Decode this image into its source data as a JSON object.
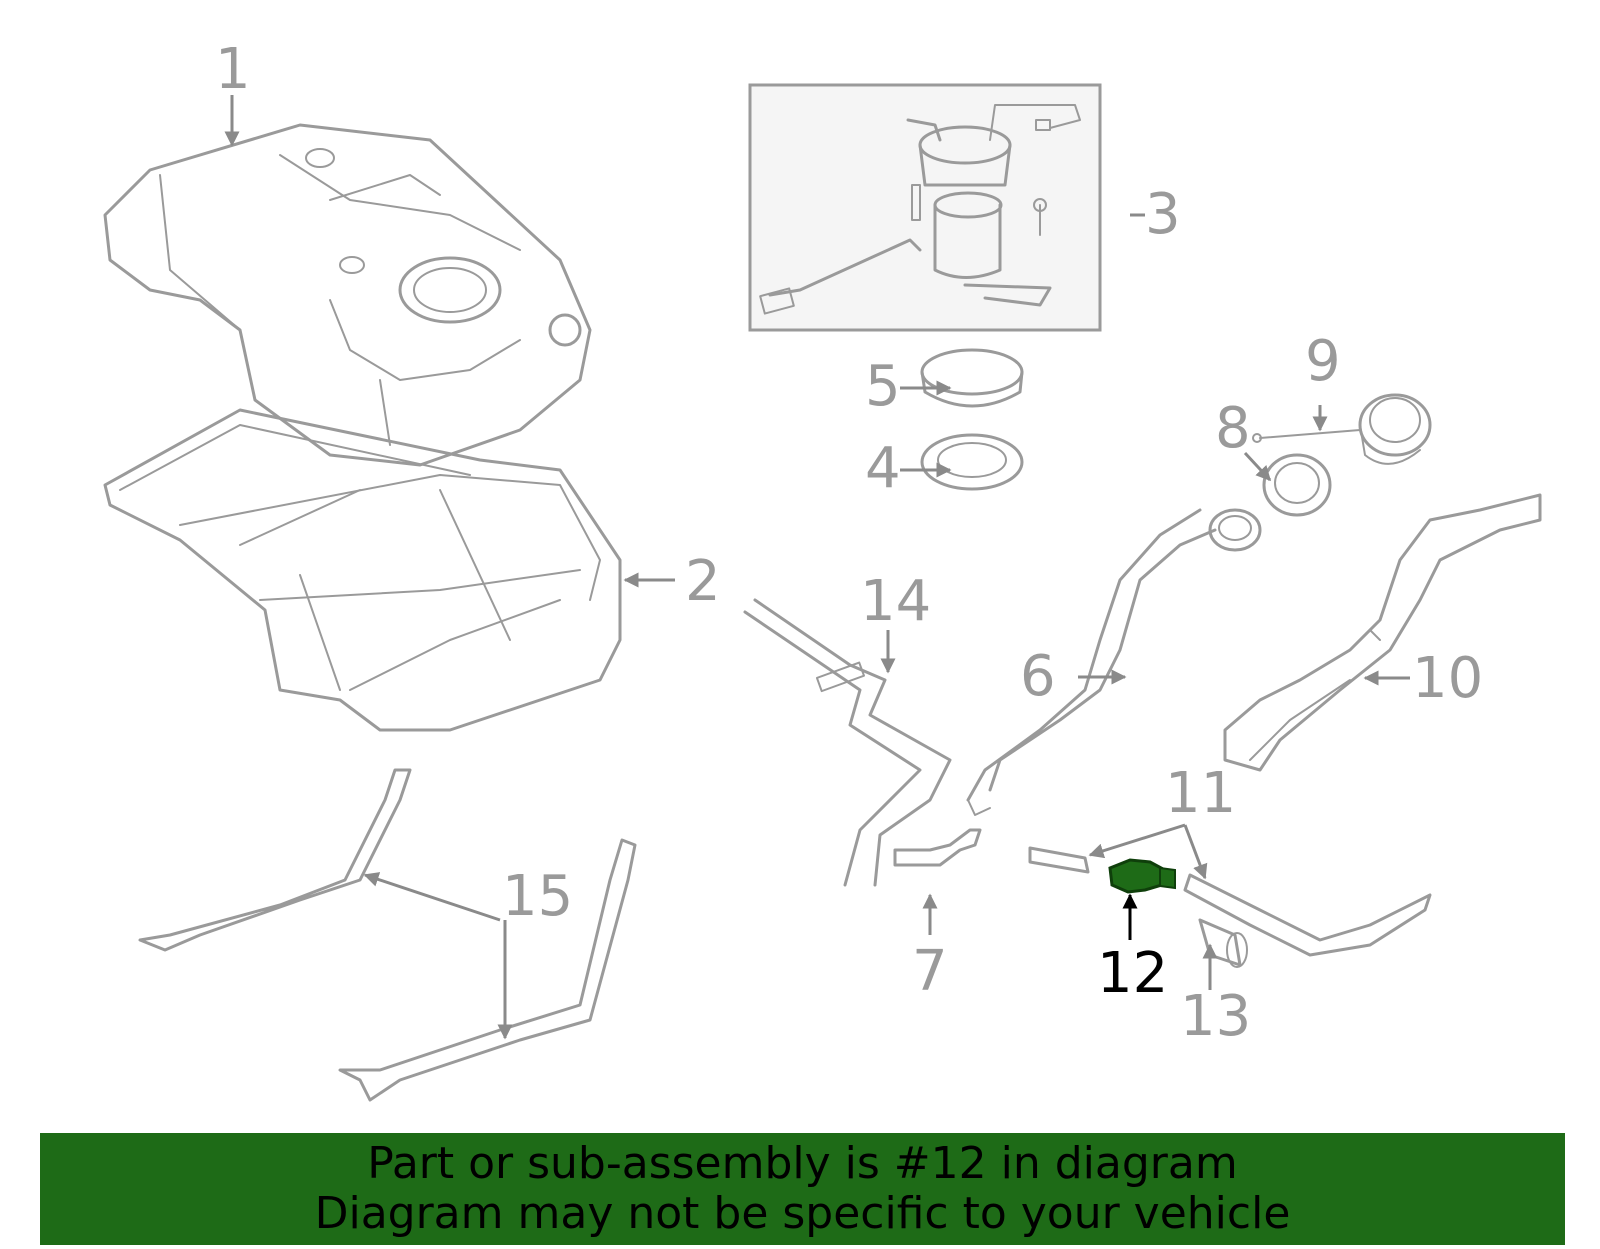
{
  "diagram": {
    "callouts": [
      "1",
      "2",
      "3",
      "4",
      "5",
      "6",
      "7",
      "8",
      "9",
      "10",
      "11",
      "12",
      "13",
      "14",
      "15"
    ],
    "highlighted_callout": "12",
    "highlight_color": "#1e6b17",
    "line_color": "#9a9a9a"
  },
  "banner": {
    "line1": "Part or sub-assembly is #12 in diagram",
    "line2": "Diagram may not be specific to your vehicle",
    "background": "#1e6b17"
  }
}
